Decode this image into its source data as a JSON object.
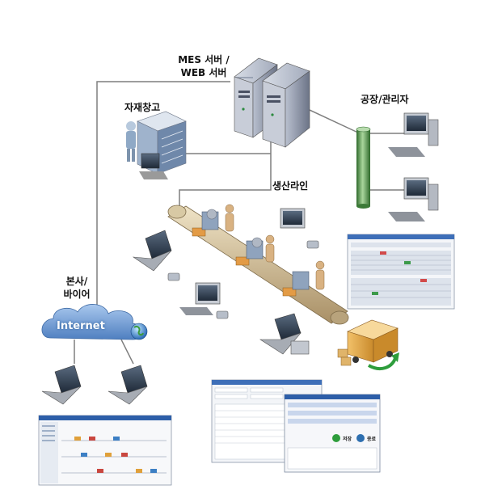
{
  "labels": {
    "mes_server_line1": "MES 서버 /",
    "mes_server_line2": "WEB 서버",
    "material_warehouse": "자재창고",
    "factory_manager": "공장/관리자",
    "production_line": "생산라인",
    "hq_buyer_line1": "본사/",
    "hq_buyer_line2": "바이어",
    "internet": "Internet"
  },
  "screens": {
    "popup_ok": "저장",
    "popup_close": "종료"
  },
  "colors": {
    "network_line": "#7f7f7f",
    "server_body": "#8a93a6",
    "pipe": "#4f8f4a",
    "belt": "#c9b48a",
    "cloud": "#6f9ed6",
    "ok_button": "#2e9d3c",
    "close_button": "#2e6fb0"
  },
  "icons": {
    "server": "server-tower-icon",
    "desktop": "desktop-pc-icon",
    "laptop": "laptop-icon",
    "scanner": "barcode-scanner-icon",
    "worker": "worker-figure-icon",
    "globe": "globe-icon",
    "truck": "delivery-truck-icon"
  }
}
